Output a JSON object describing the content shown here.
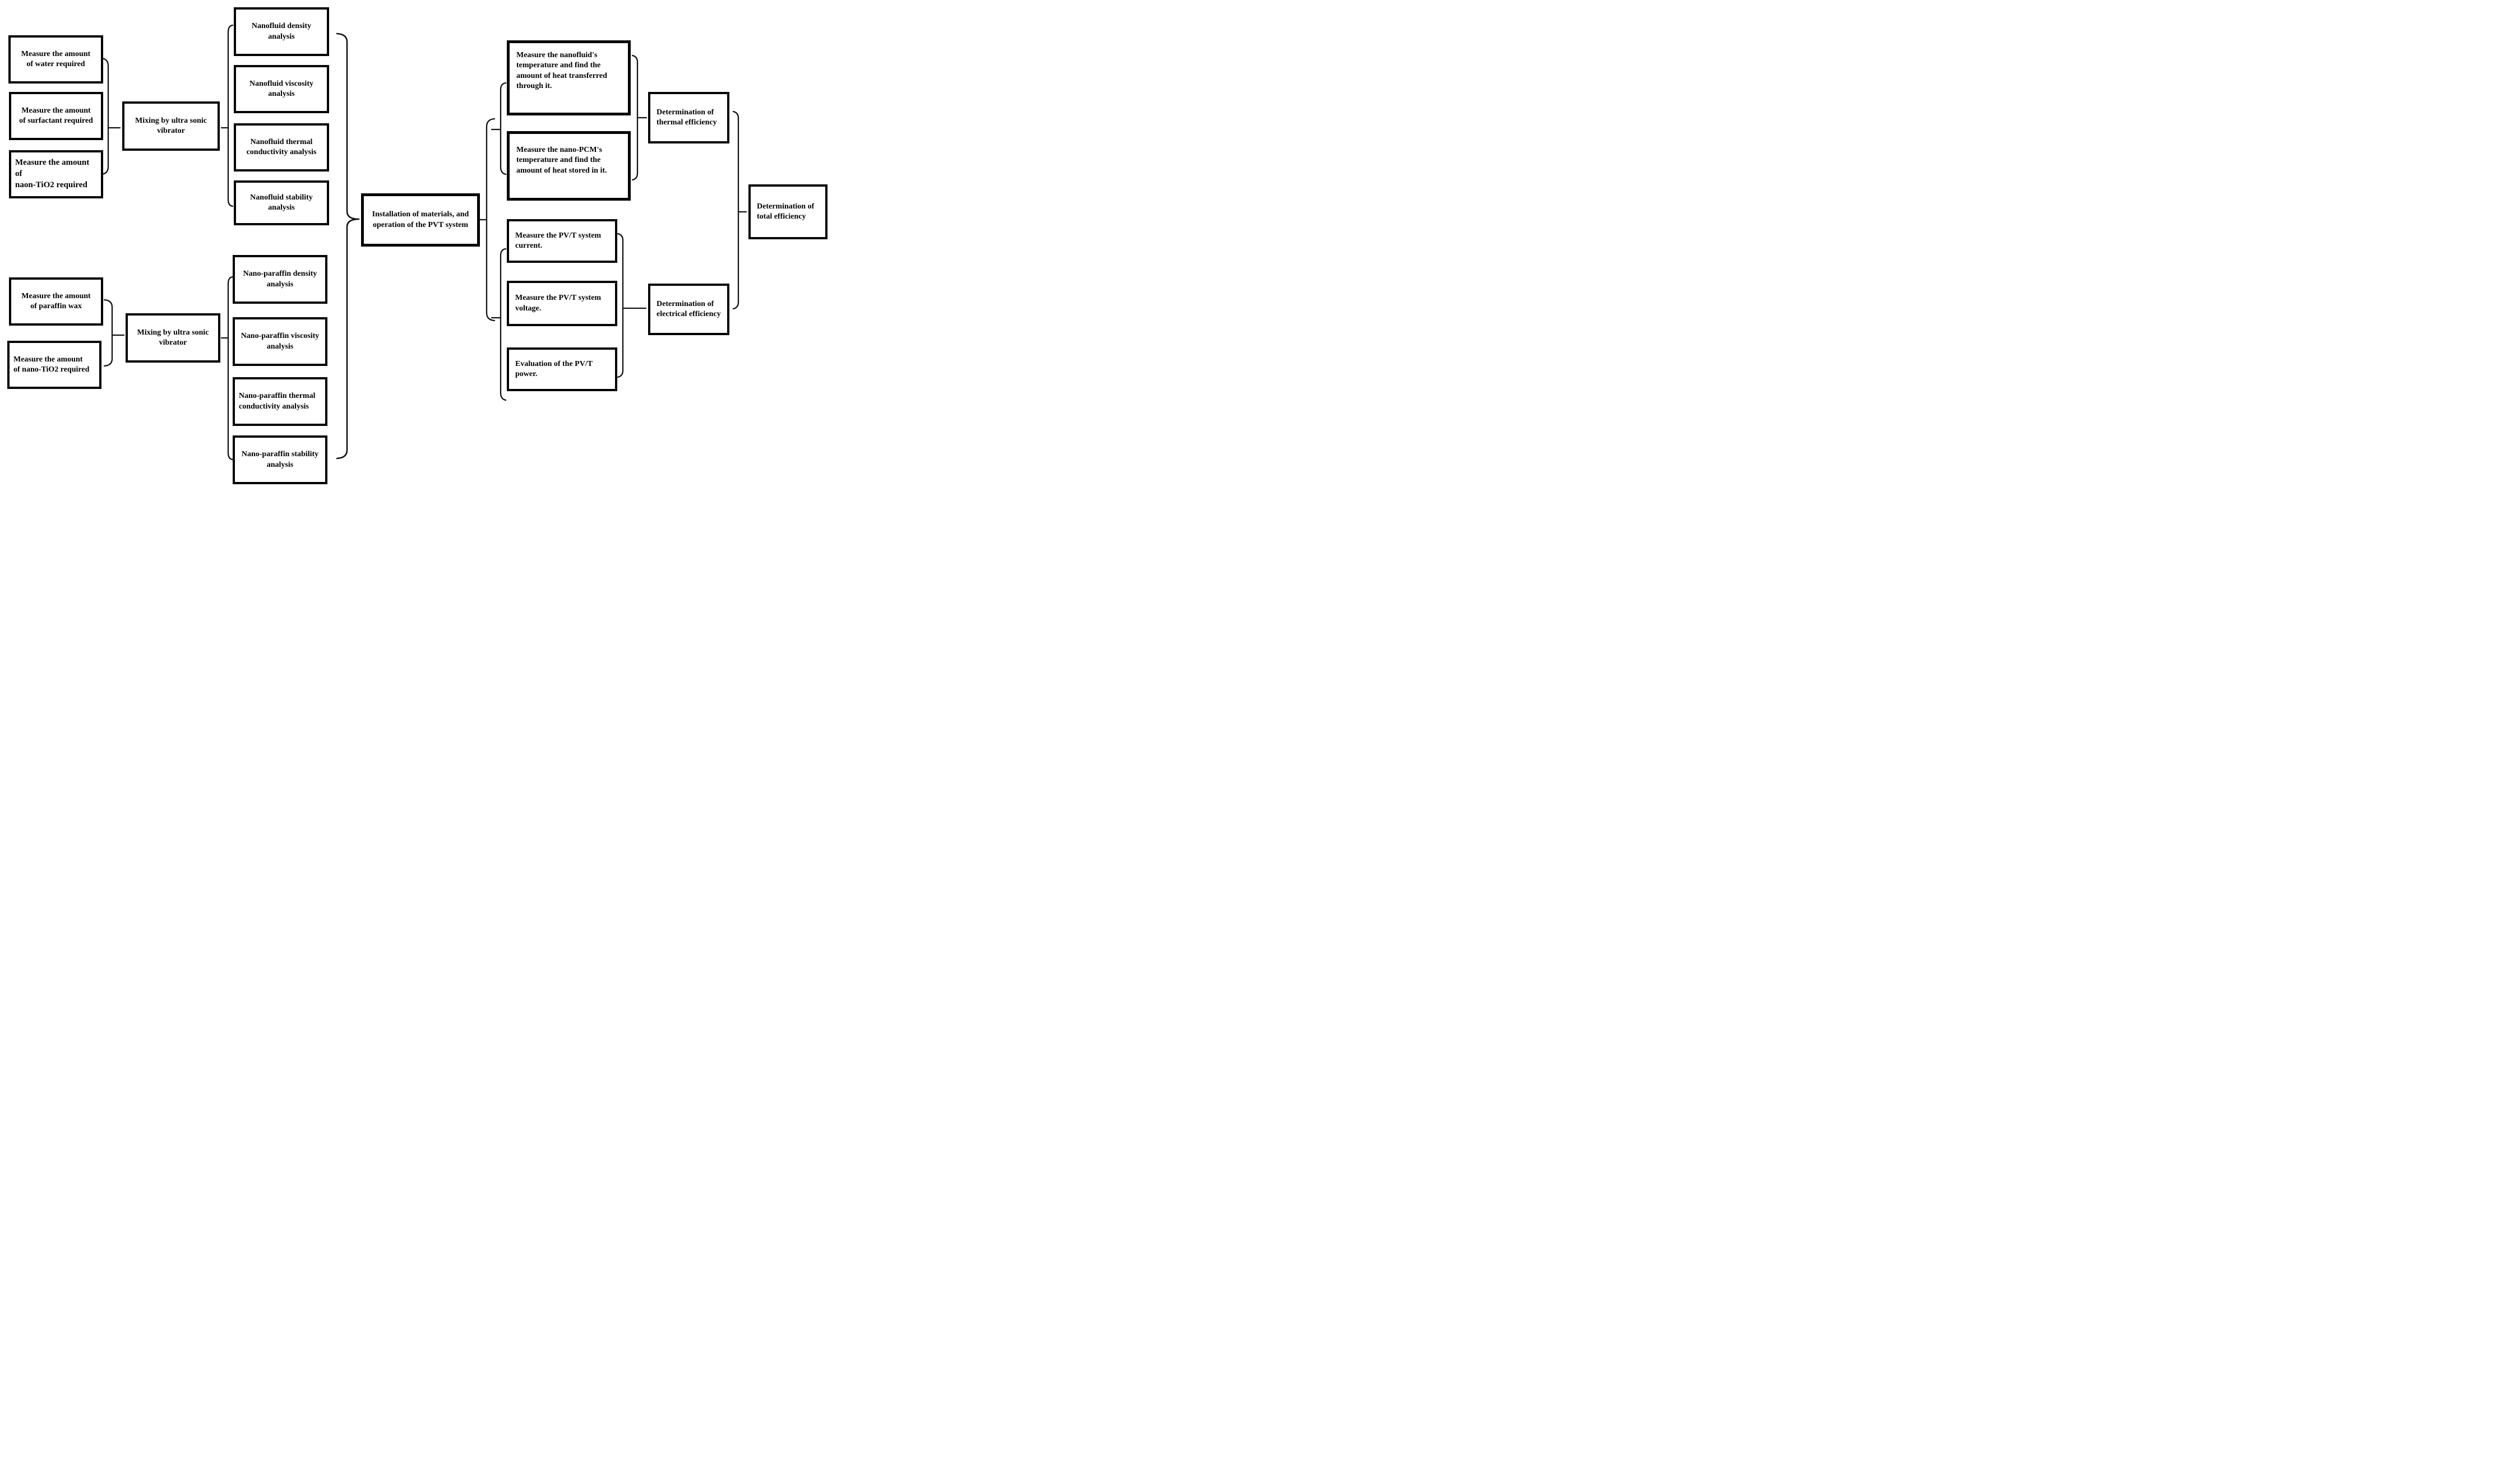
{
  "diagram": {
    "type": "flowchart",
    "colors": {
      "background": "#ffffff",
      "box_fill": "#ffffff",
      "box_border": "#000000",
      "connector": "#131313",
      "text": "#000000"
    },
    "nodes": {
      "water": {
        "label": "Measure the amount\nof water required"
      },
      "surfactant": {
        "label": "Measure the amount\nof surfactant required"
      },
      "naon_tio2": {
        "label": "Measure the amount of\nnaon-TiO2 required"
      },
      "mixing_1": {
        "label": "Mixing by ultra sonic\nvibrator"
      },
      "nf_density": {
        "label": "Nanofluid density\nanalysis"
      },
      "nf_viscosity": {
        "label": "Nanofluid viscosity\nanalysis"
      },
      "nf_conductivity": {
        "label": "Nanofluid thermal\nconductivity analysis"
      },
      "nf_stability": {
        "label": "Nanofluid stability\nanalysis"
      },
      "paraffin": {
        "label": "Measure the amount\nof paraffin wax"
      },
      "nano_tio2": {
        "label": "Measure the amount\nof nano-TiO2 required"
      },
      "mixing_2": {
        "label": "Mixing by ultra sonic\nvibrator"
      },
      "np_density": {
        "label": "Nano-paraffin density\nanalysis"
      },
      "np_viscosity": {
        "label": "Nano-paraffin viscosity\nanalysis"
      },
      "np_conductivity": {
        "label": "Nano-paraffin thermal\nconductivity analysis"
      },
      "np_stability": {
        "label": "Nano-paraffin stability\nanalysis"
      },
      "installation": {
        "label": "Installation of materials, and\noperation of the PVT system"
      },
      "measure_nanofluid_temp": {
        "label": "Measure the nanofluid's\ntemperature and find the\namount of heat transferred\nthrough it."
      },
      "measure_nanopcm_temp": {
        "label": "Measure the nano-PCM's\ntemperature and find the\namount of heat stored in it."
      },
      "measure_current": {
        "label": "Measure the PV/T system\ncurrent."
      },
      "measure_voltage": {
        "label": "Measure the PV/T system\nvoltage."
      },
      "evaluate_power": {
        "label": "Evaluation of the PV/T\npower."
      },
      "thermal_efficiency": {
        "label": "Determination of\nthermal efficiency"
      },
      "electrical_efficiency": {
        "label": "Determination of\nelectrical efficiency"
      },
      "total_efficiency": {
        "label": "Determination of\ntotal efficiency"
      }
    },
    "edges": [
      {
        "from": [
          "water",
          "surfactant",
          "naon_tio2"
        ],
        "to": "mixing_1",
        "connector": "bracket"
      },
      {
        "from": [
          "mixing_1"
        ],
        "to": "nf_density,nf_viscosity,nf_conductivity,nf_stability",
        "connector": "bracket-fanout"
      },
      {
        "from": [
          "paraffin",
          "nano_tio2"
        ],
        "to": "mixing_2",
        "connector": "bracket"
      },
      {
        "from": [
          "mixing_2"
        ],
        "to": "np_density,np_viscosity,np_conductivity,np_stability",
        "connector": "bracket-fanout"
      },
      {
        "from": [
          "nf_density",
          "nf_viscosity",
          "nf_conductivity",
          "nf_stability",
          "np_density",
          "np_viscosity",
          "np_conductivity",
          "np_stability"
        ],
        "to": "installation",
        "connector": "curly-brace"
      },
      {
        "from": [
          "installation"
        ],
        "to": "measure_nanofluid_temp,measure_nanopcm_temp,measure_current,measure_voltage,evaluate_power",
        "connector": "bracket-fanout"
      },
      {
        "from": [
          "measure_nanofluid_temp",
          "measure_nanopcm_temp"
        ],
        "to": "thermal_efficiency",
        "connector": "bracket"
      },
      {
        "from": [
          "measure_current",
          "measure_voltage",
          "evaluate_power"
        ],
        "to": "electrical_efficiency",
        "connector": "bracket"
      },
      {
        "from": [
          "thermal_efficiency",
          "electrical_efficiency"
        ],
        "to": "total_efficiency",
        "connector": "bracket"
      }
    ]
  }
}
